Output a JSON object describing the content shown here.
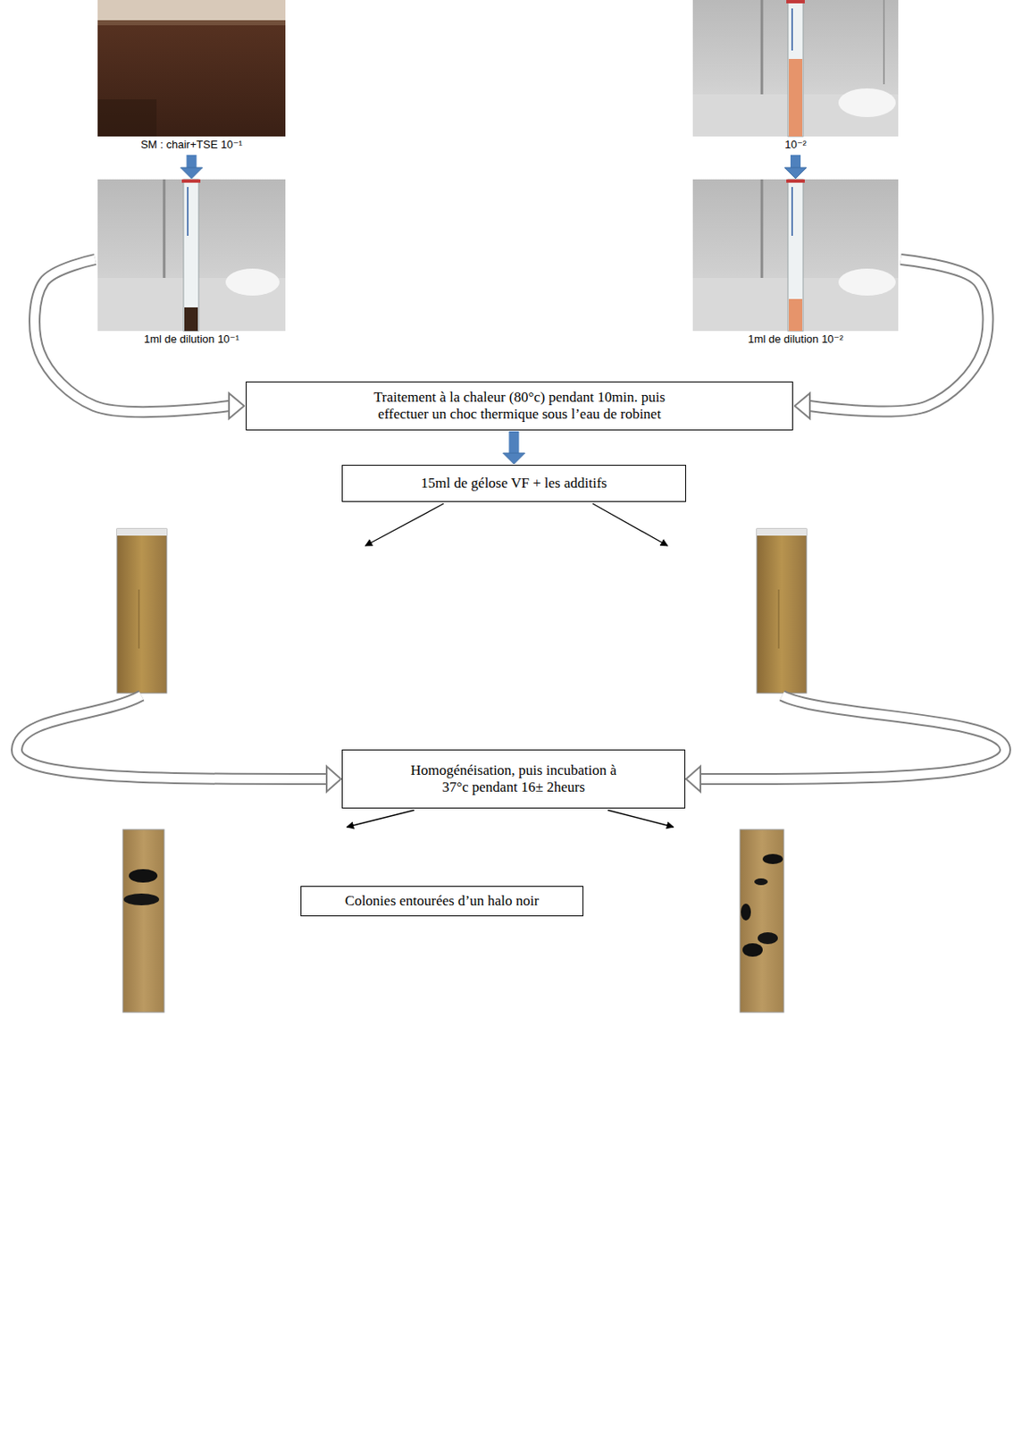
{
  "diagram": {
    "nodes": [
      {
        "text": [
          "SM : chair+TSE 10⁻¹"
        ]
      },
      {
        "text": [
          "10⁻²"
        ]
      },
      {
        "text": [
          "1ml de dilution 10⁻¹"
        ]
      },
      {
        "text": [
          "1ml de dilution 10⁻²"
        ]
      },
      {
        "text": [
          "Traitement à la chaleur (80°c) pendant 10min. puis effectuer un choc thermique sous l’eau de robinet"
        ]
      },
      {
        "text": [
          "15ml de gélose VF + les additifs"
        ]
      },
      {
        "text": [
          "Homogénéisation, puis incubation à 37°c pendant 16± 2heurs"
        ]
      },
      {
        "text": [
          "Colonies entourées d’un halo noir"
        ]
      }
    ],
    "edges": [
      {
        "from": 0,
        "to": 2,
        "arrow": "to"
      },
      {
        "from": 1,
        "to": 3,
        "arrow": "to"
      },
      {
        "from": 2,
        "to": 4,
        "arrow": "to"
      },
      {
        "from": 3,
        "to": 4,
        "arrow": "to"
      },
      {
        "from": 4,
        "to": 5,
        "arrow": "to"
      }
    ]
  }
}
